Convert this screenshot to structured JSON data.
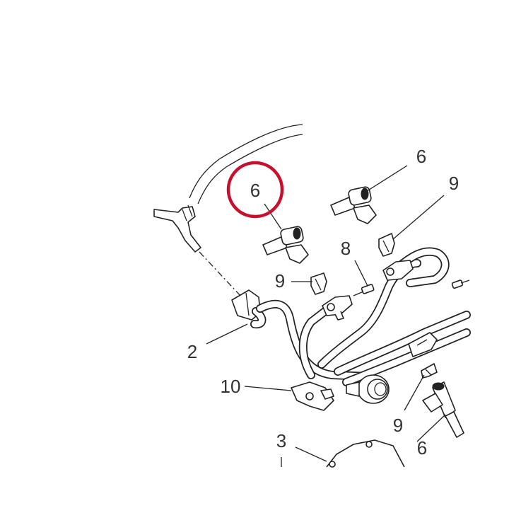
{
  "callouts": [
    {
      "id": "c6-highlighted",
      "label": "6",
      "highlighted": true
    },
    {
      "id": "c6-top",
      "label": "6"
    },
    {
      "id": "c9-top-right",
      "label": "9"
    },
    {
      "id": "c8",
      "label": "8"
    },
    {
      "id": "c9-mid",
      "label": "9"
    },
    {
      "id": "c2",
      "label": "2"
    },
    {
      "id": "c10",
      "label": "10"
    },
    {
      "id": "c9-bottom",
      "label": "9"
    },
    {
      "id": "c3",
      "label": "3"
    },
    {
      "id": "c6-bottom",
      "label": "6"
    }
  ],
  "colors": {
    "highlight_ring": "#c8102e",
    "line_art": "#222222",
    "callout_text": "#333333",
    "background": "#ffffff"
  }
}
